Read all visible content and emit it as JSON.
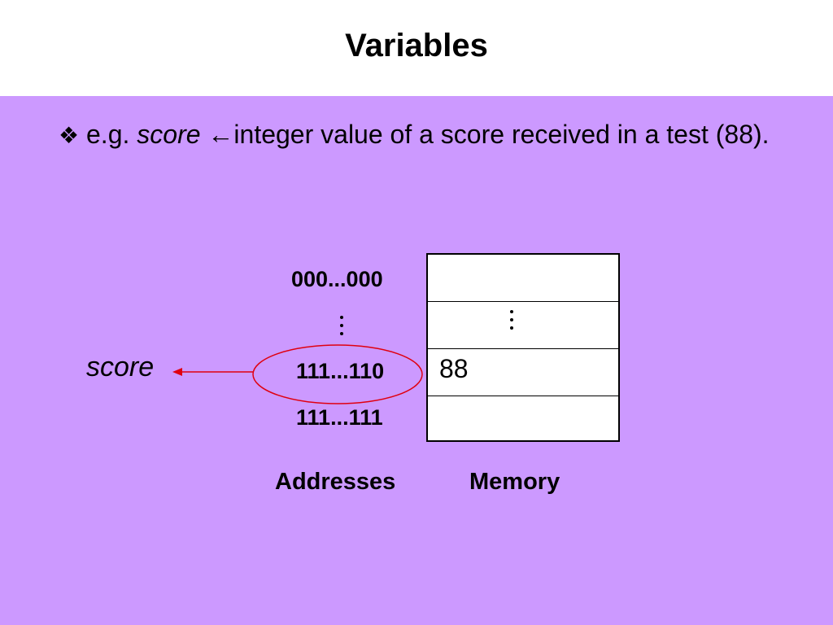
{
  "slide": {
    "title": "Variables"
  },
  "bullet": {
    "icon": "diamond-bullet-icon",
    "prefix": "e.g.",
    "variable": "score",
    "arrow_icon": "left-arrow-icon",
    "description": "integer value of a score received in a test (88)."
  },
  "diagram": {
    "addresses": [
      "000...000",
      "111...110",
      "111...111"
    ],
    "memory_rows": [
      "",
      "",
      "88",
      ""
    ],
    "highlight_label": "score",
    "addresses_caption": "Addresses",
    "memory_caption": "Memory",
    "highlight_color": "#e0000f",
    "background_color": "#cc99ff"
  }
}
